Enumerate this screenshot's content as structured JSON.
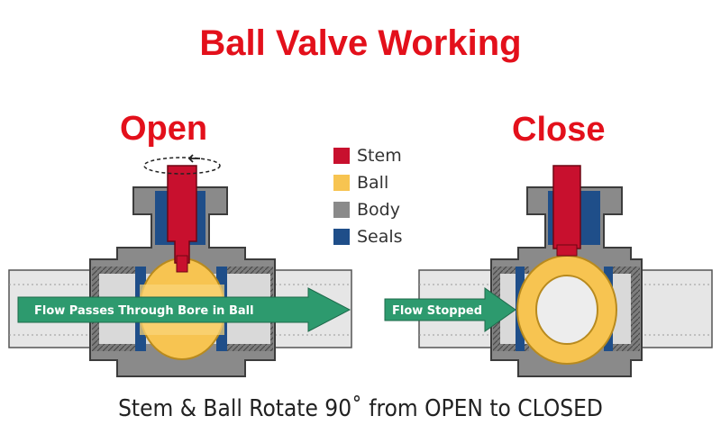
{
  "title": "Ball Valve Working",
  "open_label": "Open",
  "close_label": "Close",
  "legend": [
    {
      "label": "Stem",
      "color": "#c8102e"
    },
    {
      "label": "Ball",
      "color": "#f7c451"
    },
    {
      "label": "Body",
      "color": "#8a8a8a"
    },
    {
      "label": "Seals",
      "color": "#1f4e89"
    }
  ],
  "open_flow_text": "Flow  Passes Through Bore in Ball",
  "closed_flow_text": "Flow  Stopped",
  "caption": "Stem & Ball Rotate 90˚ from OPEN to CLOSED",
  "colors": {
    "title": "#e3101b",
    "flow_arrow": "#2d9a6e",
    "pipe": "#e6e6e6",
    "body_outline": "#3c3c3c"
  }
}
